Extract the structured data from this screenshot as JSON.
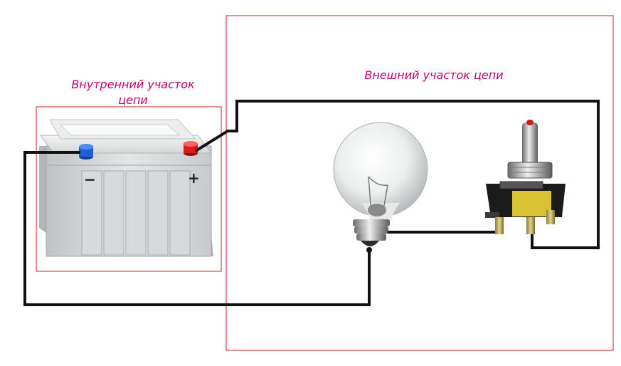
{
  "labels": {
    "internal_line1": "Внутренний участок",
    "internal_line2": "цепи",
    "external": "Внешний участок цепи",
    "minus": "−",
    "plus": "+"
  },
  "colors": {
    "frame": "#d02020",
    "label": "#c8006e",
    "wire": "#111111",
    "terminal_negative": "#1e5fd8",
    "terminal_positive": "#e01818"
  },
  "components": [
    "battery",
    "light-bulb",
    "toggle-switch"
  ],
  "icons": [
    "battery-icon",
    "light-bulb-icon",
    "toggle-switch-icon"
  ]
}
